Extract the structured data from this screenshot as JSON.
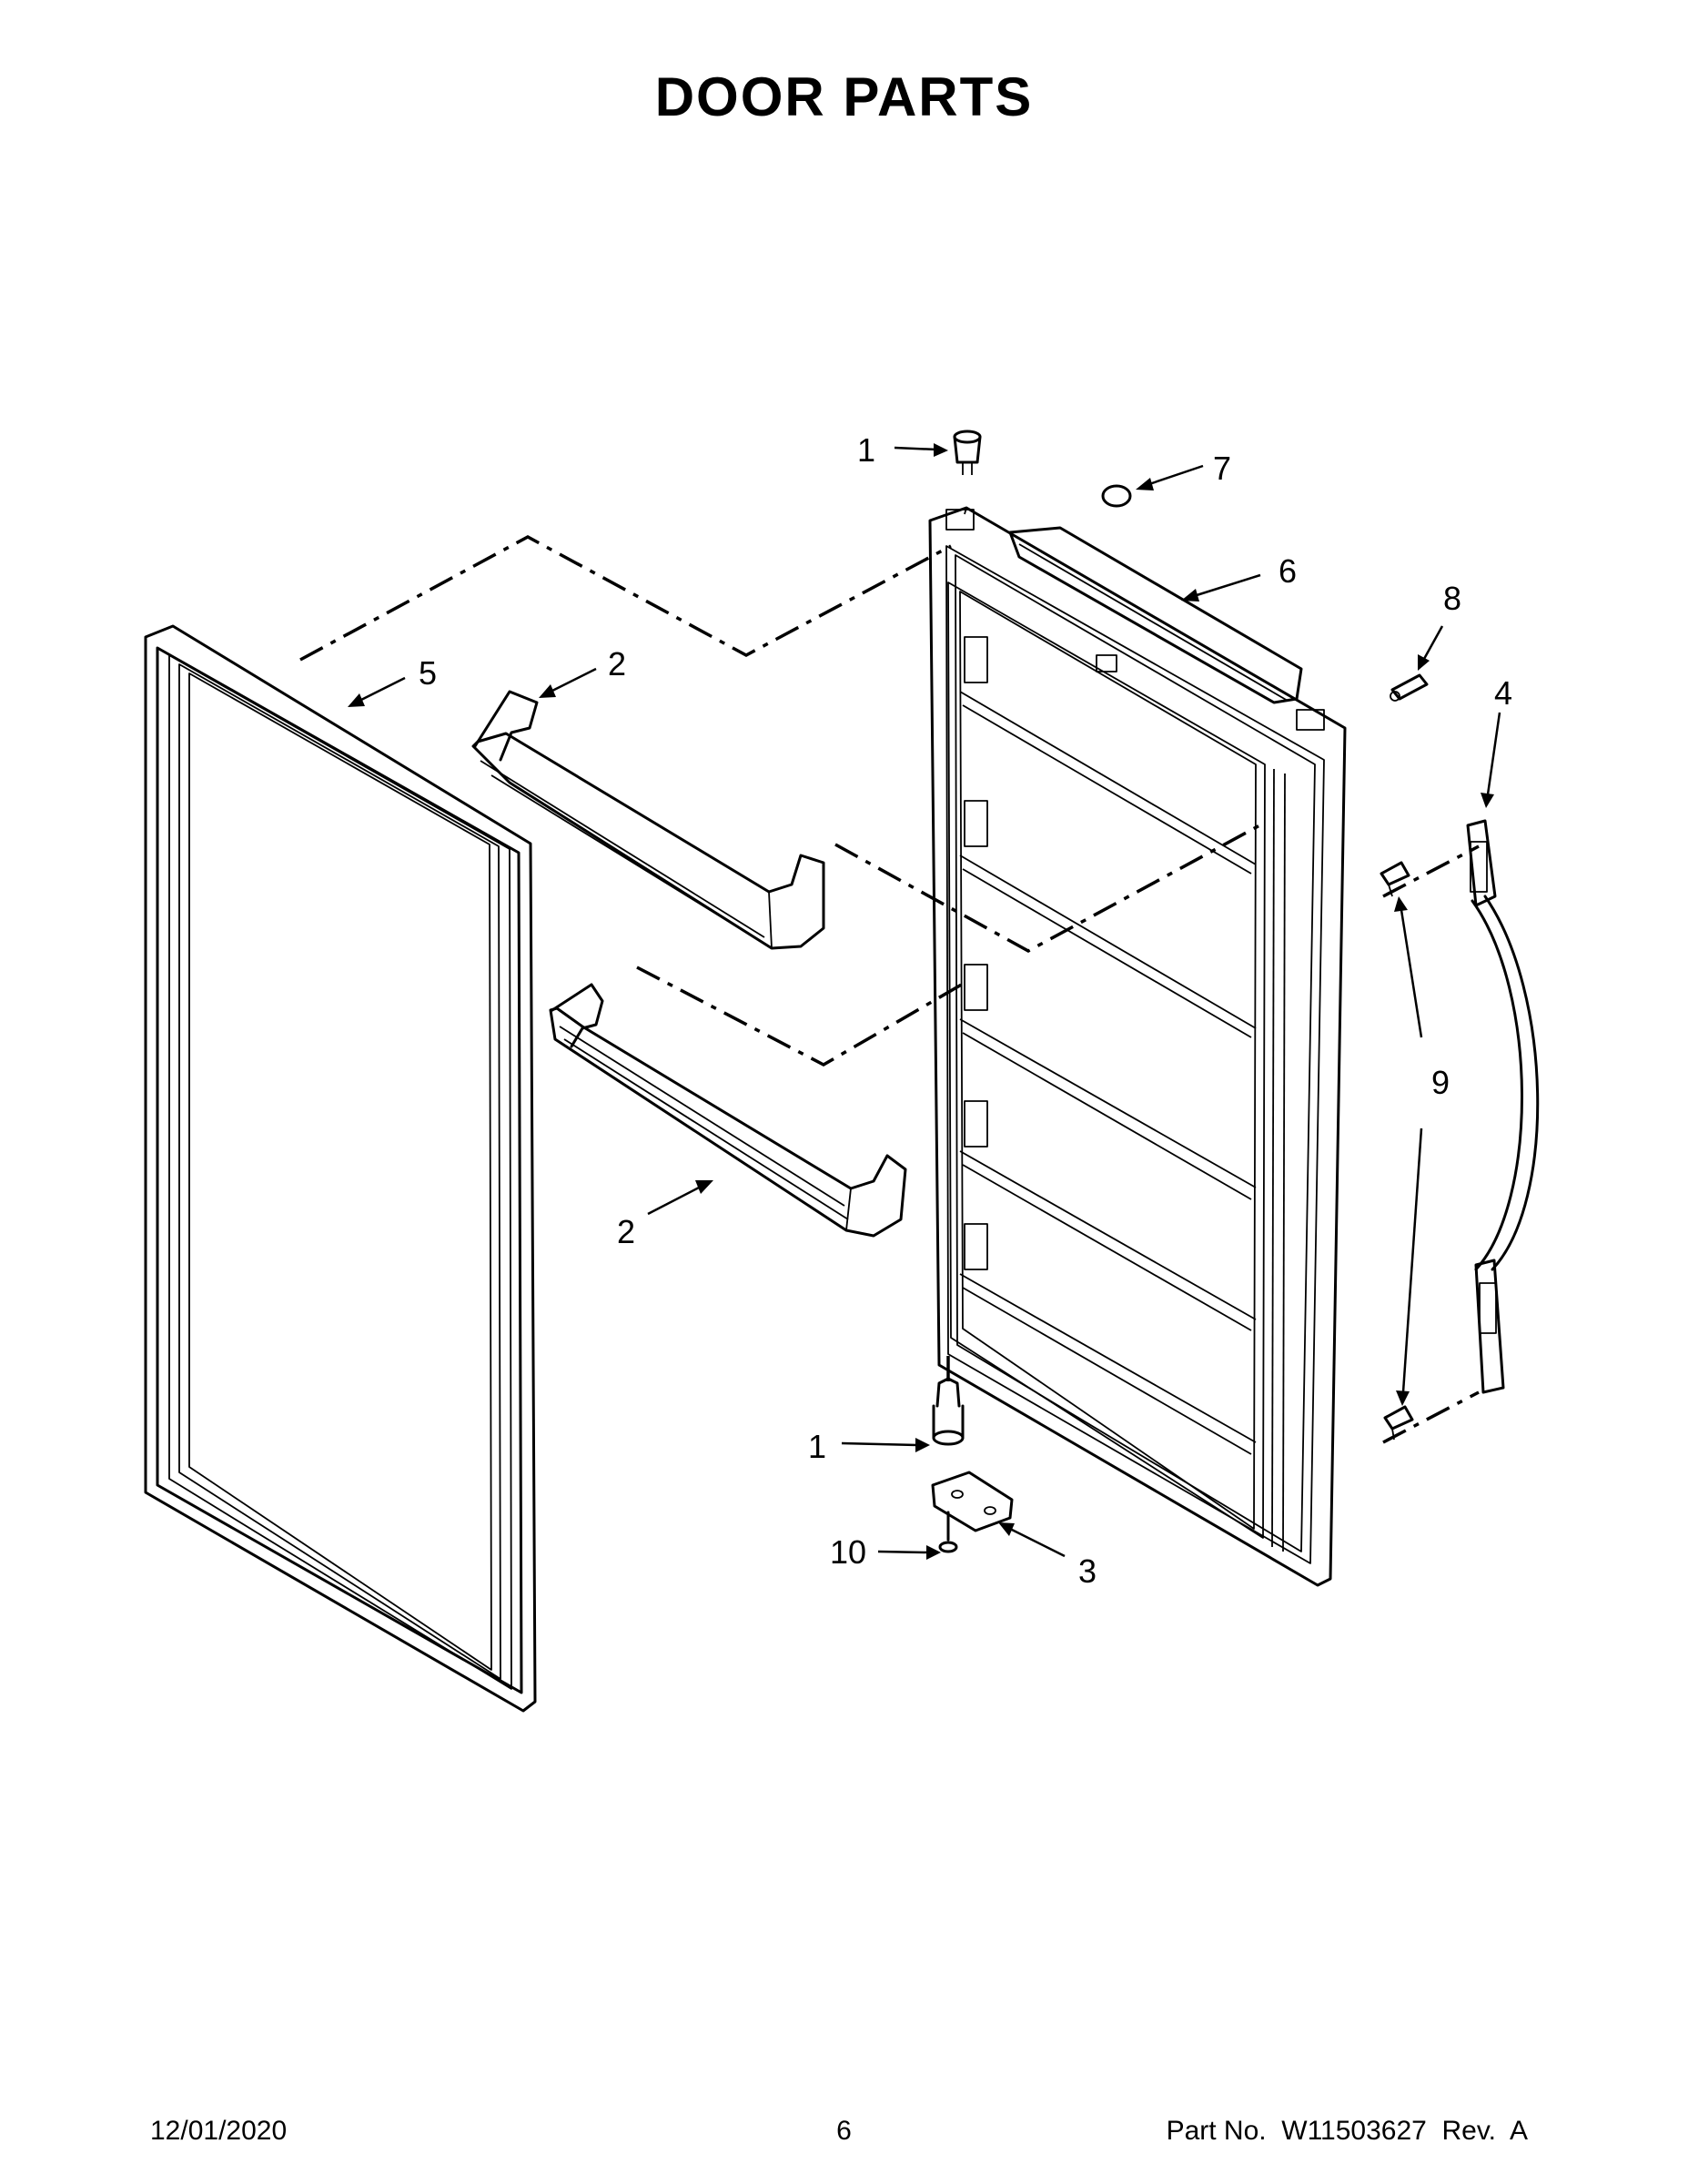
{
  "page": {
    "title": "DOOR PARTS",
    "date": "12/01/2020",
    "page_number": "6",
    "part_number": "Part No.  W11503627  Rev.  A"
  },
  "callouts": {
    "hinge_pin_top": "1",
    "bin_upper": "2",
    "bin_lower": "2",
    "hinge_bottom": "3",
    "handle": "4",
    "gasket": "5",
    "door_cap": "6",
    "o_ring": "7",
    "door_stop": "8",
    "handle_screws": "9",
    "hinge_pin_bottom": "1",
    "hinge_screw": "10"
  }
}
